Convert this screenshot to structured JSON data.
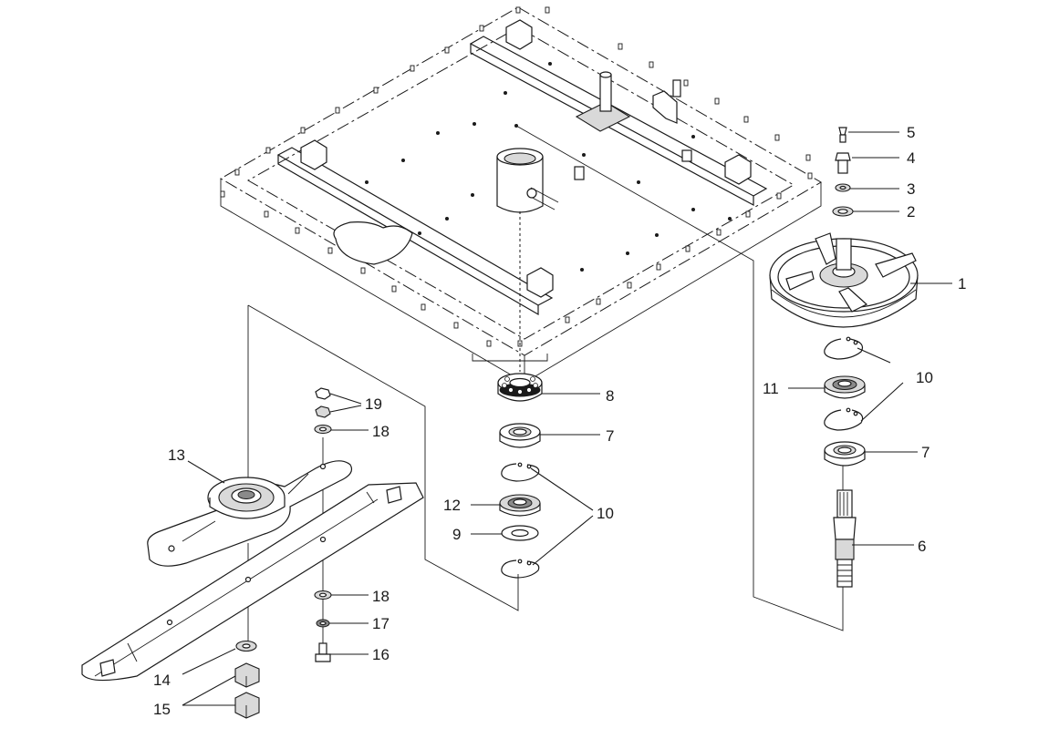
{
  "callouts": {
    "c1": "1",
    "c2": "2",
    "c3": "3",
    "c4": "4",
    "c5": "5",
    "c6": "6",
    "c7a": "7",
    "c7b": "7",
    "c8": "8",
    "c9": "9",
    "c10a": "10",
    "c10b": "10",
    "c11": "11",
    "c12": "12",
    "c13": "13",
    "c14": "14",
    "c15": "15",
    "c16": "16",
    "c17": "17",
    "c18a": "18",
    "c18b": "18",
    "c19": "19"
  }
}
